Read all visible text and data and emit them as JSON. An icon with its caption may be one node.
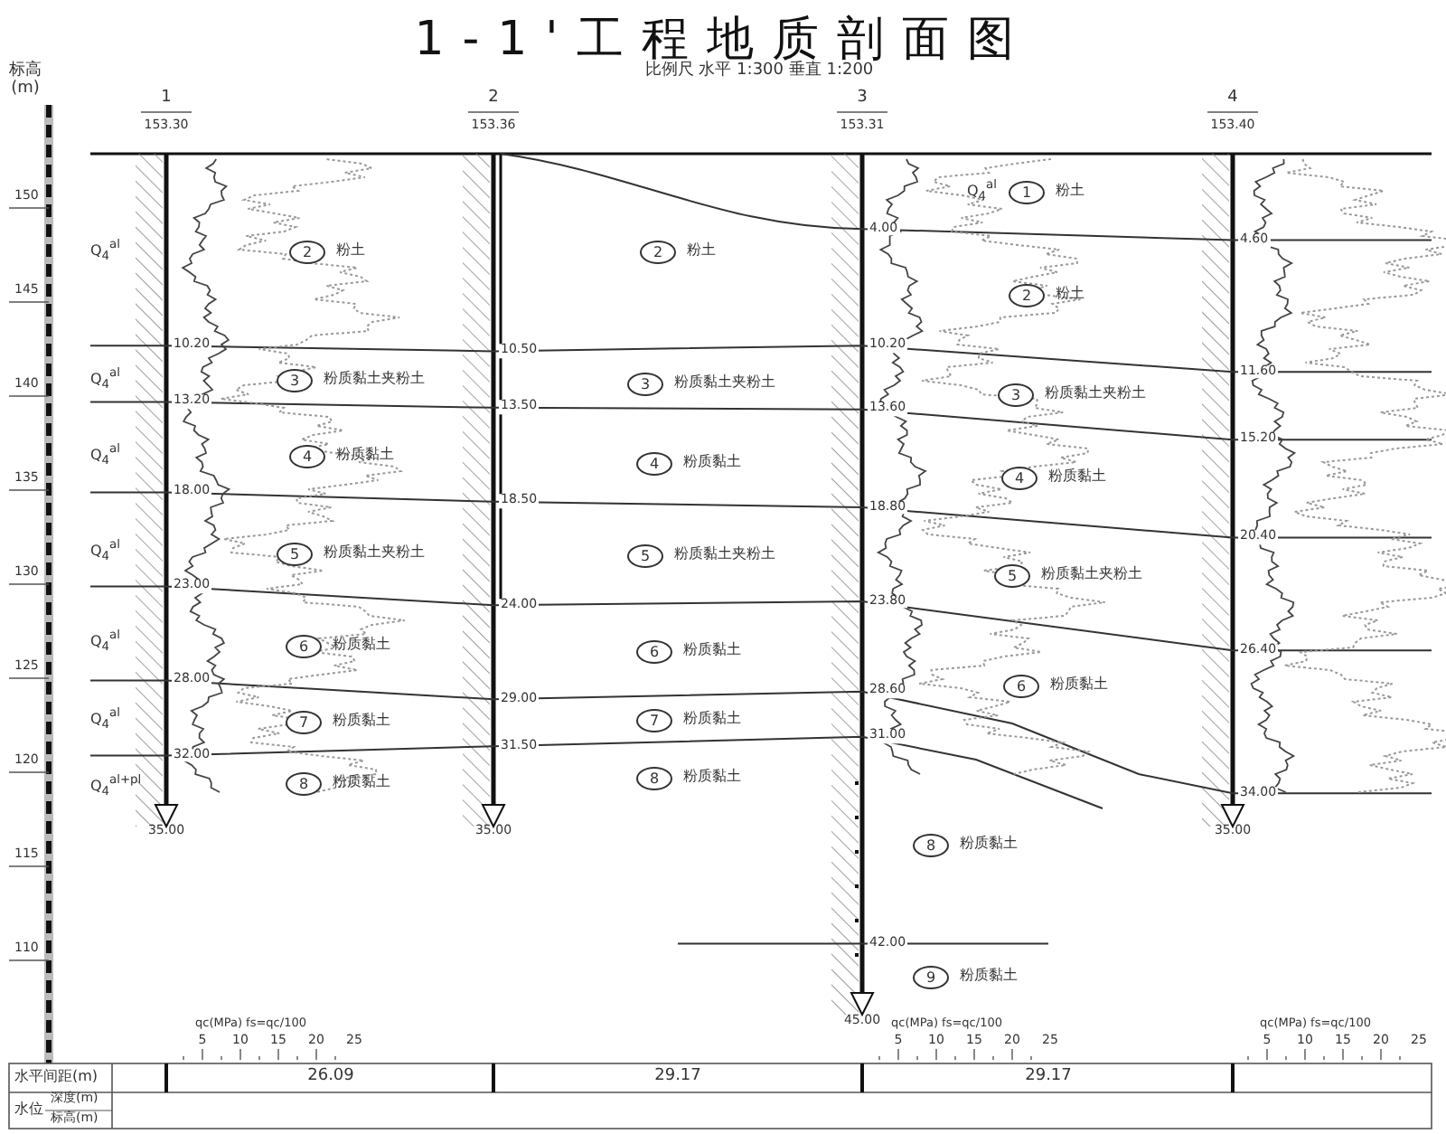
{
  "diagram": {
    "title": "1-1'工程地质剖面图",
    "nodes": [
      {
        "text": [
          "2"
        ],
        "beside": [
          "粉土"
        ]
      },
      {
        "text": [
          "3"
        ],
        "beside": [
          "粉质黏土夹粉土"
        ]
      },
      {
        "text": [
          "4"
        ],
        "beside": [
          "粉质黏土"
        ]
      },
      {
        "text": [
          "5"
        ],
        "beside": [
          "粉质黏土夹粉土"
        ]
      },
      {
        "text": [
          "6"
        ],
        "beside": [
          "粉质黏土"
        ]
      },
      {
        "text": [
          "7"
        ],
        "beside": [
          "粉质黏土"
        ]
      },
      {
        "text": [
          "8"
        ],
        "beside": [
          "粉质黏土"
        ]
      },
      {
        "text": [
          "2"
        ],
        "beside": [
          "粉土"
        ]
      },
      {
        "text": [
          "3"
        ],
        "beside": [
          "粉质黏土夹粉土"
        ]
      },
      {
        "text": [
          "4"
        ],
        "beside": [
          "粉质黏土"
        ]
      },
      {
        "text": [
          "5"
        ],
        "beside": [
          "粉质黏土夹粉土"
        ]
      },
      {
        "text": [
          "6"
        ],
        "beside": [
          "粉质黏土"
        ]
      },
      {
        "text": [
          "7"
        ],
        "beside": [
          "粉质黏土"
        ]
      },
      {
        "text": [
          "8"
        ],
        "beside": [
          "粉质黏土"
        ]
      },
      {
        "text": [
          "1"
        ],
        "beside": [
          "粉土"
        ]
      },
      {
        "text": [
          "2"
        ],
        "beside": [
          "粉土"
        ]
      },
      {
        "text": [
          "3"
        ],
        "beside": [
          "粉质黏土夹粉土"
        ]
      },
      {
        "text": [
          "4"
        ],
        "beside": [
          "粉质黏土"
        ]
      },
      {
        "text": [
          "5"
        ],
        "beside": [
          "粉质黏土夹粉土"
        ]
      },
      {
        "text": [
          "6"
        ],
        "beside": [
          "粉质黏土"
        ]
      },
      {
        "text": [
          "8"
        ],
        "beside": [
          "粉质黏土"
        ]
      },
      {
        "text": [
          "9"
        ],
        "beside": [
          "粉质黏土"
        ]
      }
    ],
    "edges": [],
    "labels": [
      "比例尺 水平 1:300 垂直 1:200",
      "标高(m)",
      "1",
      "153.30",
      "2",
      "153.36",
      "3",
      "153.31",
      "4",
      "153.40",
      "150",
      "145",
      "140",
      "135",
      "130",
      "125",
      "120",
      "115",
      "110",
      "Q$_{4}$$^{al}$",
      "Q$_{4}$$^{al}$",
      "Q$_{4}$$^{al}$",
      "Q$_{4}$$^{al}$",
      "Q$_{4}$$^{al}$",
      "Q$_{4}$$^{al}$",
      "Q$_{4}$$^{al+pl}$",
      "Q$_{4}$$^{al}$",
      "10.20",
      "13.20",
      "18.00",
      "23.00",
      "28.00",
      "32.00",
      "35.00",
      "10.50",
      "13.50",
      "18.50",
      "24.00",
      "29.00",
      "31.50",
      "35.00",
      "4.00",
      "10.20",
      "13.60",
      "18.80",
      "23.80",
      "28.60",
      "31.00",
      "42.00",
      "45.00",
      "4.60",
      "11.60",
      "15.20",
      "20.40",
      "26.40",
      "34.00",
      "35.00",
      "qc(MPa) fs=qc/100",
      "5",
      "10",
      "15",
      "20",
      "25",
      "qc(MPa) fs=qc/100",
      "5",
      "10",
      "15",
      "20",
      "25",
      "qc(MPa) fs=qc/100",
      "5",
      "10",
      "15",
      "20",
      "25",
      "水平间距(m)",
      "26.09",
      "29.17",
      "29.17",
      "水位",
      "深度(m)",
      "标高(m)"
    ]
  }
}
